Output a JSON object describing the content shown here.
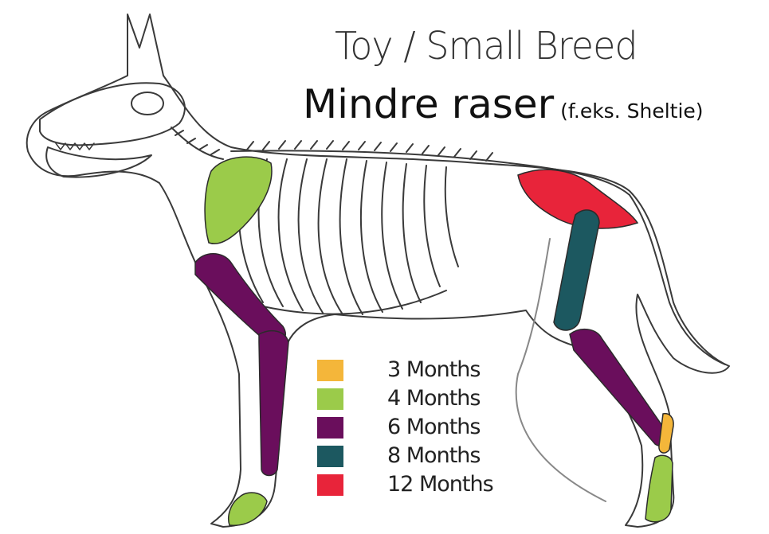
{
  "title_en": "Toy / Small Breed",
  "title_no_main": "Mindre raser",
  "title_no_sub": "(f.eks. Sheltie)",
  "legend": [
    {
      "label": "3 Months",
      "color": "#F4B63A"
    },
    {
      "label": "4 Months",
      "color": "#9BCB4A"
    },
    {
      "label": "6 Months",
      "color": "#6A0E5C"
    },
    {
      "label": "8 Months",
      "color": "#1C5860"
    },
    {
      "label": "12 Months",
      "color": "#E8243A"
    }
  ],
  "bones": {
    "scapula": "4 Months",
    "humerus_and_forearm": "6 Months",
    "front_paw": "4 Months",
    "pelvis": "12 Months",
    "femur": "8 Months",
    "tibia": "6 Months",
    "hock": "3 Months",
    "rear_paw": "4 Months"
  }
}
